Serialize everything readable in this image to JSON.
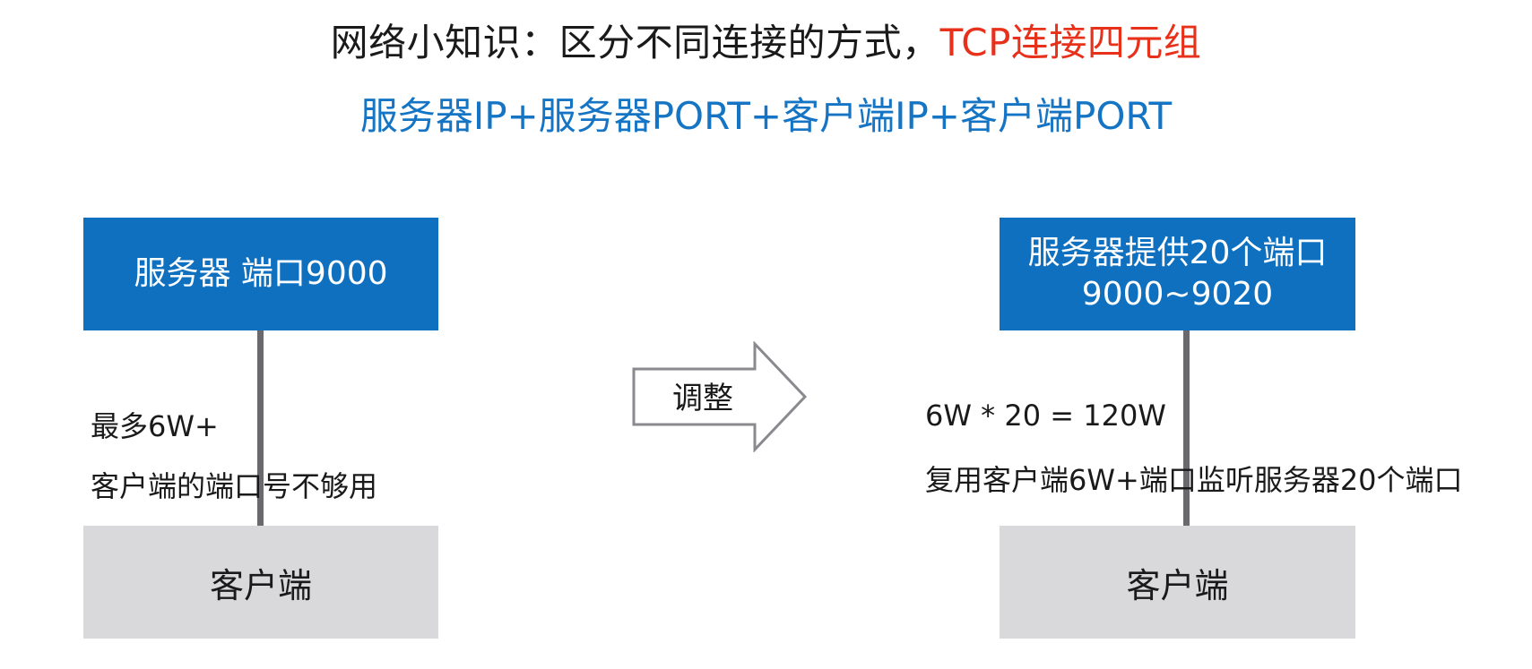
{
  "header": {
    "title_prefix": "网络小知识：区分不同连接的方式，",
    "title_accent": "TCP连接四元组",
    "subtitle": "服务器IP+服务器PORT+客户端IP+客户端PORT"
  },
  "left": {
    "server_label": "服务器 端口9000",
    "note_line1": "最多6W+",
    "note_line2": "客户端的端口号不够用",
    "client_label": "客户端"
  },
  "arrow": {
    "label": "调整"
  },
  "right": {
    "server_line1": "服务器提供20个端口",
    "server_line2": "9000~9020",
    "note_line1": "6W * 20 = 120W",
    "note_line2": "复用客户端6W+端口监听服务器20个端口",
    "client_label": "客户端"
  },
  "colors": {
    "server_box": "#1070c0",
    "client_box": "#d9d9dc",
    "accent_red": "#e8311b",
    "subtitle_blue": "#1575c4",
    "connector": "#6a6a6e"
  }
}
